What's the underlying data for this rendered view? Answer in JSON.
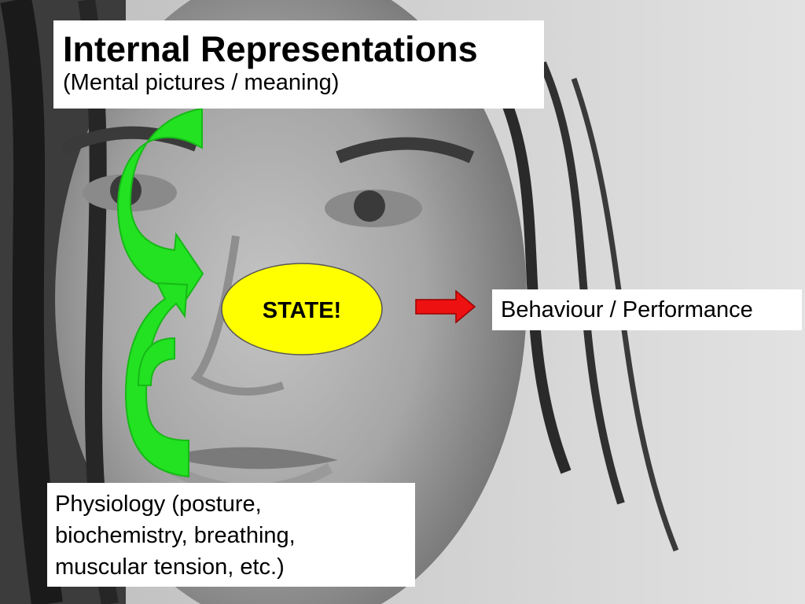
{
  "title": "Internal Representations",
  "subtitle": "(Mental pictures / meaning)",
  "state_label": "STATE!",
  "behaviour_label": "Behaviour / Performance",
  "physiology_lines": [
    "Physiology (posture,",
    "biochemistry, breathing,",
    "muscular tension, etc.)"
  ],
  "colors": {
    "arrow_green": "#22e222",
    "arrow_green_dark": "#17b817",
    "state_fill": "#ffff00",
    "arrow_red": "#ee1111",
    "background_gray": "#8a8a8a"
  }
}
